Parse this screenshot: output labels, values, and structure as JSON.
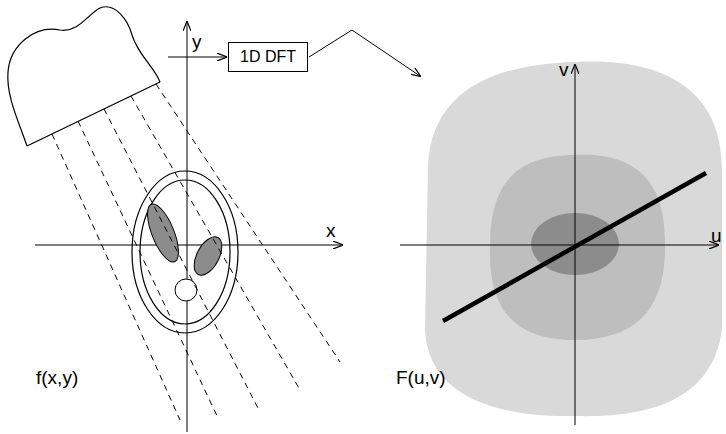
{
  "diagram": {
    "nodes": [
      {
        "text": [
          "1D DFT"
        ]
      }
    ],
    "labels": [
      "y",
      "x",
      "f(x,y)",
      "v",
      "u",
      "F(u,v)"
    ]
  }
}
